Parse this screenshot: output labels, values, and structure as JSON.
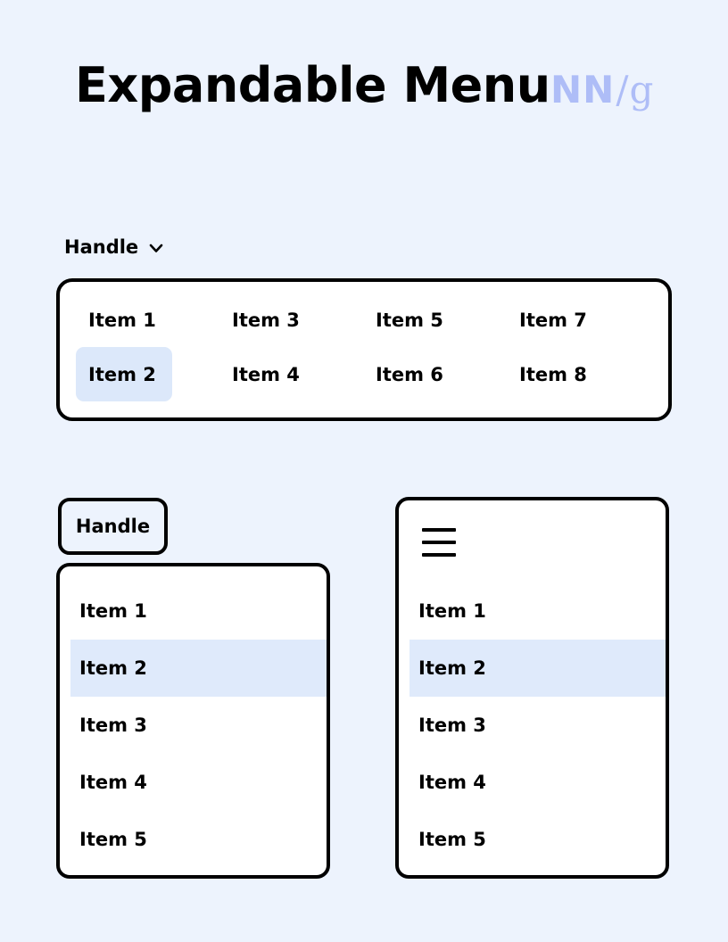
{
  "page": {
    "background_color": "#edf3fd",
    "title": "Expandable Menu"
  },
  "brand": {
    "nn": "NN",
    "slash": "/",
    "g": "g",
    "color": "#aebdf7"
  },
  "colors": {
    "panel_background": "#ffffff",
    "panel_border": "#000000",
    "selected_highlight": "#dce8fa",
    "text": "#000000"
  },
  "mega_menu": {
    "handle_label": "Handle",
    "chevron_icon": "chevron-down-icon",
    "items": [
      {
        "label": "Item 1",
        "selected": false
      },
      {
        "label": "Item 3",
        "selected": false
      },
      {
        "label": "Item 5",
        "selected": false
      },
      {
        "label": "Item 7",
        "selected": false
      },
      {
        "label": "Item 2",
        "selected": true
      },
      {
        "label": "Item 4",
        "selected": false
      },
      {
        "label": "Item 6",
        "selected": false
      },
      {
        "label": "Item 8",
        "selected": false
      }
    ]
  },
  "left_menu": {
    "handle_label": "Handle",
    "items": [
      {
        "label": "Item 1",
        "selected": false
      },
      {
        "label": "Item 2",
        "selected": true
      },
      {
        "label": "Item 3",
        "selected": false
      },
      {
        "label": "Item 4",
        "selected": false
      },
      {
        "label": "Item 5",
        "selected": false
      }
    ]
  },
  "right_menu": {
    "handle_icon": "hamburger-icon",
    "items": [
      {
        "label": "Item 1",
        "selected": false
      },
      {
        "label": "Item 2",
        "selected": true
      },
      {
        "label": "Item 3",
        "selected": false
      },
      {
        "label": "Item 4",
        "selected": false
      },
      {
        "label": "Item 5",
        "selected": false
      }
    ]
  }
}
